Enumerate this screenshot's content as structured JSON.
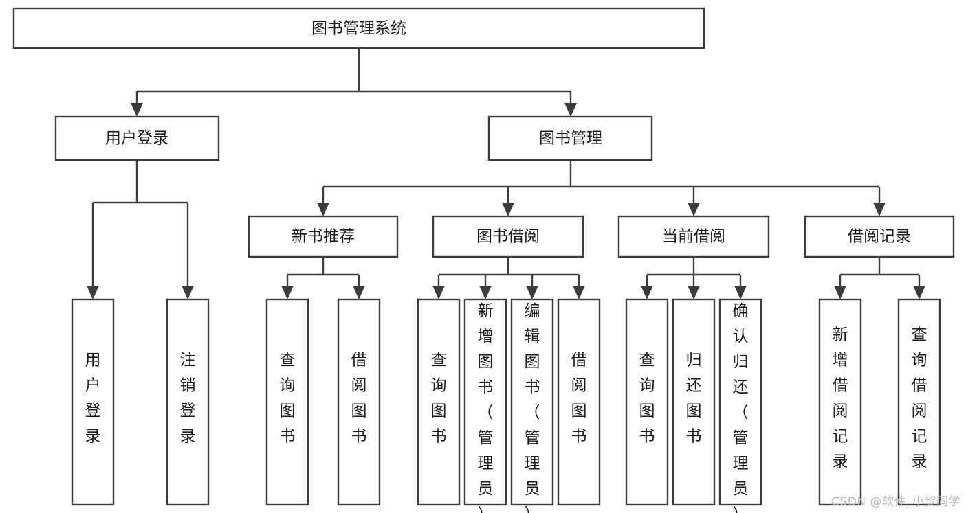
{
  "diagram": {
    "type": "tree-hierarchy",
    "title": "图书管理系统",
    "watermark": "CSDN @软件_小贺同学",
    "colors": {
      "stroke": "#3c3c3c",
      "fill": "#ffffff",
      "text": "#1b1b1b",
      "watermark": "#b9b9b9",
      "background": "#ffffff"
    },
    "root": {
      "label": "图书管理系统",
      "orientation": "horizontal"
    },
    "level2": [
      {
        "label": "用户登录",
        "orientation": "horizontal"
      },
      {
        "label": "图书管理",
        "orientation": "horizontal"
      }
    ],
    "level3": [
      {
        "label": "新书推荐",
        "orientation": "horizontal"
      },
      {
        "label": "图书借阅",
        "orientation": "horizontal"
      },
      {
        "label": "当前借阅",
        "orientation": "horizontal"
      },
      {
        "label": "借阅记录",
        "orientation": "horizontal"
      }
    ],
    "leaves": [
      {
        "label": "用户登录",
        "parent": "用户登录",
        "orientation": "vertical"
      },
      {
        "label": "注销登录",
        "parent": "用户登录",
        "orientation": "vertical"
      },
      {
        "label": "查询图书",
        "parent": "新书推荐",
        "orientation": "vertical"
      },
      {
        "label": "借阅图书",
        "parent": "新书推荐",
        "orientation": "vertical"
      },
      {
        "label": "查询图书",
        "parent": "图书借阅",
        "orientation": "vertical"
      },
      {
        "label": "新增图书（管理员）",
        "parent": "图书借阅",
        "orientation": "vertical"
      },
      {
        "label": "编辑图书（管理员）",
        "parent": "图书借阅",
        "orientation": "vertical"
      },
      {
        "label": "借阅图书",
        "parent": "图书借阅",
        "orientation": "vertical"
      },
      {
        "label": "查询图书",
        "parent": "当前借阅",
        "orientation": "vertical"
      },
      {
        "label": "归还图书",
        "parent": "当前借阅",
        "orientation": "vertical"
      },
      {
        "label": "确认归还（管理员）",
        "parent": "当前借阅",
        "orientation": "vertical"
      },
      {
        "label": "新增借阅记录",
        "parent": "借阅记录",
        "orientation": "vertical"
      },
      {
        "label": "查询借阅记录",
        "parent": "借阅记录",
        "orientation": "vertical"
      }
    ]
  }
}
